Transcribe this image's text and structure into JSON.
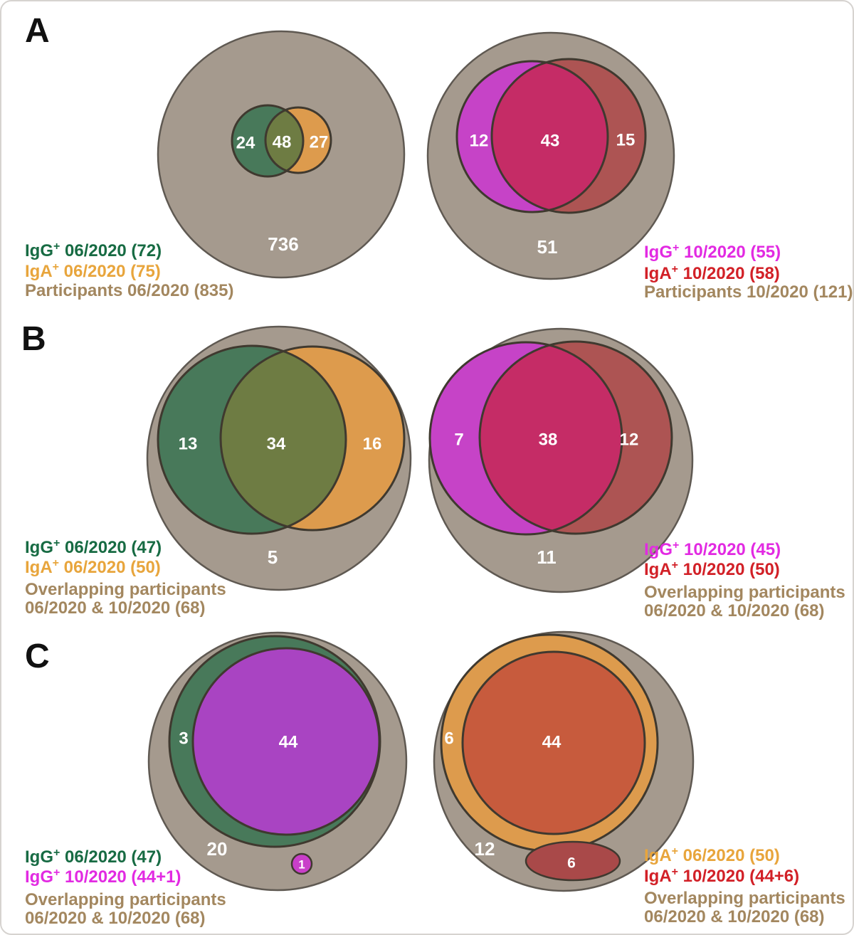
{
  "colors": {
    "participants": "#a59a8e",
    "igg06": "#48795a",
    "iga06": "#dd9b4d",
    "overlap06": "#6e7c43",
    "igg10": "#c643c7",
    "iga10": "#ad5453",
    "overlap10": "#c52c66",
    "igg10_solid": "#a944c2",
    "igg10_extra": "#c93fc9",
    "iga10_solid": "#c75b3d",
    "iga10_extra": "#a94949",
    "label_green": "#176b43",
    "label_orange": "#e8a53c",
    "label_magenta": "#e22ae2",
    "label_red": "#d22027",
    "label_brown": "#a3875f",
    "count_text": "#ffffff",
    "panel_letter": "#111111"
  },
  "panels": {
    "A": {
      "letter": "A",
      "left": {
        "c1": "24",
        "c12": "48",
        "c2": "27",
        "cout": "736",
        "leg1": {
          "base": "IgG",
          "sup": "+",
          "rest": " 06/2020 (72)"
        },
        "leg2": {
          "base": "IgA",
          "sup": "+",
          "rest": " 06/2020 (75)"
        },
        "leg3": "Participants 06/2020 (835)"
      },
      "right": {
        "c1": "12",
        "c12": "43",
        "c2": "15",
        "cout": "51",
        "leg1": {
          "base": "IgG",
          "sup": "+",
          "rest": " 10/2020 (55)"
        },
        "leg2": {
          "base": "IgA",
          "sup": "+",
          "rest": " 10/2020 (58)"
        },
        "leg3": "Participants 10/2020 (121)"
      }
    },
    "B": {
      "letter": "B",
      "left": {
        "c1": "13",
        "c12": "34",
        "c2": "16",
        "cout": "5",
        "leg1": {
          "base": "IgG",
          "sup": "+",
          "rest": " 06/2020 (47)"
        },
        "leg2": {
          "base": "IgA",
          "sup": "+",
          "rest": " 06/2020 (50)"
        },
        "leg3": "Overlapping participants",
        "leg4": "06/2020 & 10/2020 (68)"
      },
      "right": {
        "c1": "7",
        "c12": "38",
        "c2": "12",
        "cout": "11",
        "leg1": {
          "base": "IgG",
          "sup": "+",
          "rest": " 10/2020 (45)"
        },
        "leg2": {
          "base": "IgA",
          "sup": "+",
          "rest": " 10/2020 (50)"
        },
        "leg3": "Overlapping participants",
        "leg4": "06/2020 & 10/2020 (68)"
      }
    },
    "C": {
      "letter": "C",
      "left": {
        "ring": "3",
        "inner": "44",
        "outer": "20",
        "extra": "1",
        "leg1": {
          "base": "IgG",
          "sup": "+",
          "rest": " 06/2020 (47)"
        },
        "leg2": {
          "base": "IgG",
          "sup": "+",
          "rest": " 10/2020 (44+1)"
        },
        "leg3": "Overlapping participants",
        "leg4": "06/2020 & 10/2020 (68)"
      },
      "right": {
        "ring": "6",
        "inner": "44",
        "outer": "12",
        "extra": "6",
        "leg1": {
          "base": "IgA",
          "sup": "+",
          "rest": " 06/2020 (50)"
        },
        "leg2": {
          "base": "IgA",
          "sup": "+",
          "rest": " 10/2020 (44+6)"
        },
        "leg3": "Overlapping participants",
        "leg4": "06/2020 & 10/2020 (68)"
      }
    }
  }
}
